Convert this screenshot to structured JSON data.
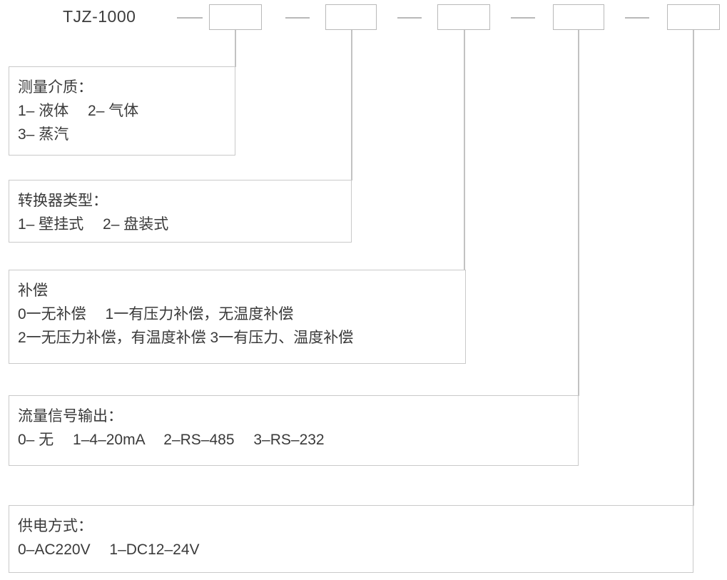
{
  "diagram": {
    "title": "TJZ-1000",
    "separator": "—",
    "model_code": {
      "base_label": "TJZ-1000",
      "segments": [
        {
          "name": "measuring-medium",
          "value": ""
        },
        {
          "name": "converter-type",
          "value": ""
        },
        {
          "name": "compensation",
          "value": ""
        },
        {
          "name": "flow-signal-output",
          "value": ""
        },
        {
          "name": "power-supply",
          "value": ""
        }
      ]
    },
    "descriptions": [
      {
        "key": "measuring-medium",
        "heading": "测量介质：",
        "lines": [
          "1– 液体　 2– 气体",
          "3– 蒸汽"
        ]
      },
      {
        "key": "converter-type",
        "heading": "转换器类型：",
        "lines": [
          "1– 壁挂式　 2– 盘装式"
        ]
      },
      {
        "key": "compensation",
        "heading": "补偿",
        "lines": [
          "0一无补偿　 1一有压力补偿，无温度补偿",
          "2一无压力补偿，有温度补偿 3一有压力、温度补偿"
        ]
      },
      {
        "key": "flow-signal-output",
        "heading": "流量信号输出：",
        "lines": [
          "0– 无　 1–4–20mA　 2–RS–485　 3–RS–232"
        ]
      },
      {
        "key": "power-supply",
        "heading": "供电方式：",
        "lines": [
          "0–AC220V　 1–DC12–24V"
        ]
      }
    ],
    "colors": {
      "text": "#3a3a3a",
      "border": "#c2c2c2",
      "background": "#ffffff"
    }
  }
}
